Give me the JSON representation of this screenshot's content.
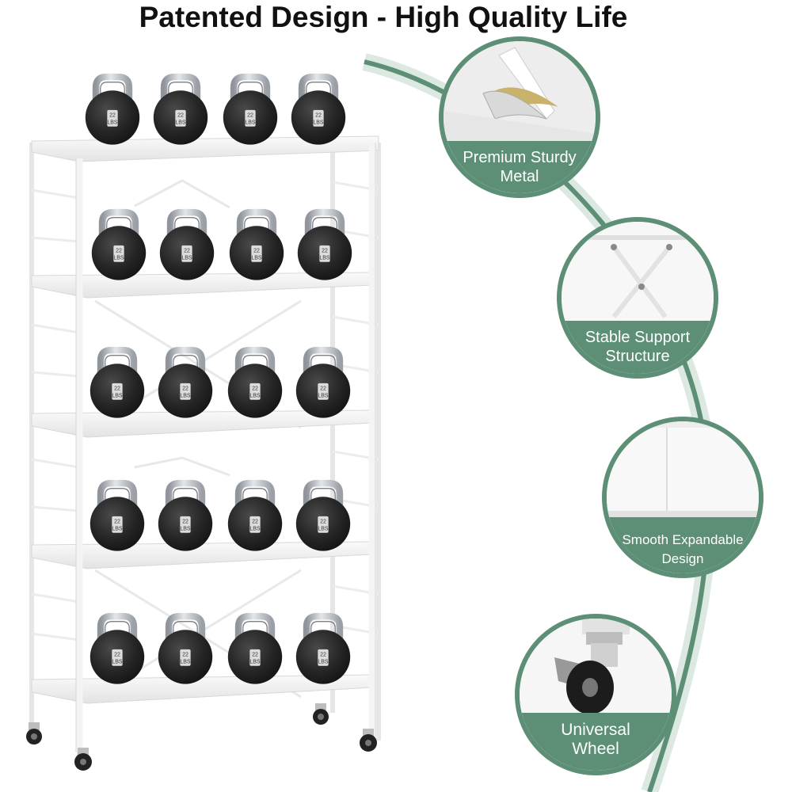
{
  "title": "Patented Design - High Quality Life",
  "colors": {
    "accent": "#5c8f76",
    "accent_light": "#dce9e2",
    "frame": "#f2f2f2",
    "kettlebell": "#2a2a2a",
    "handle": "#bfc3c7"
  },
  "kettlebell_label": {
    "line1": "22",
    "line2": "LBS"
  },
  "shelf": {
    "tiers": 5,
    "kettlebells_per_tier": 4
  },
  "features": [
    {
      "line1": "Premium Sturdy",
      "line2": "Metal",
      "icon": "metal-sheet-icon"
    },
    {
      "line1": "Stable Support",
      "line2": "Structure",
      "icon": "cross-brace-icon"
    },
    {
      "line1": "Smooth Expandable",
      "line2": "Design",
      "icon": "expandable-panel-icon"
    },
    {
      "line1": "Universal",
      "line2": "Wheel",
      "icon": "caster-wheel-icon"
    }
  ]
}
